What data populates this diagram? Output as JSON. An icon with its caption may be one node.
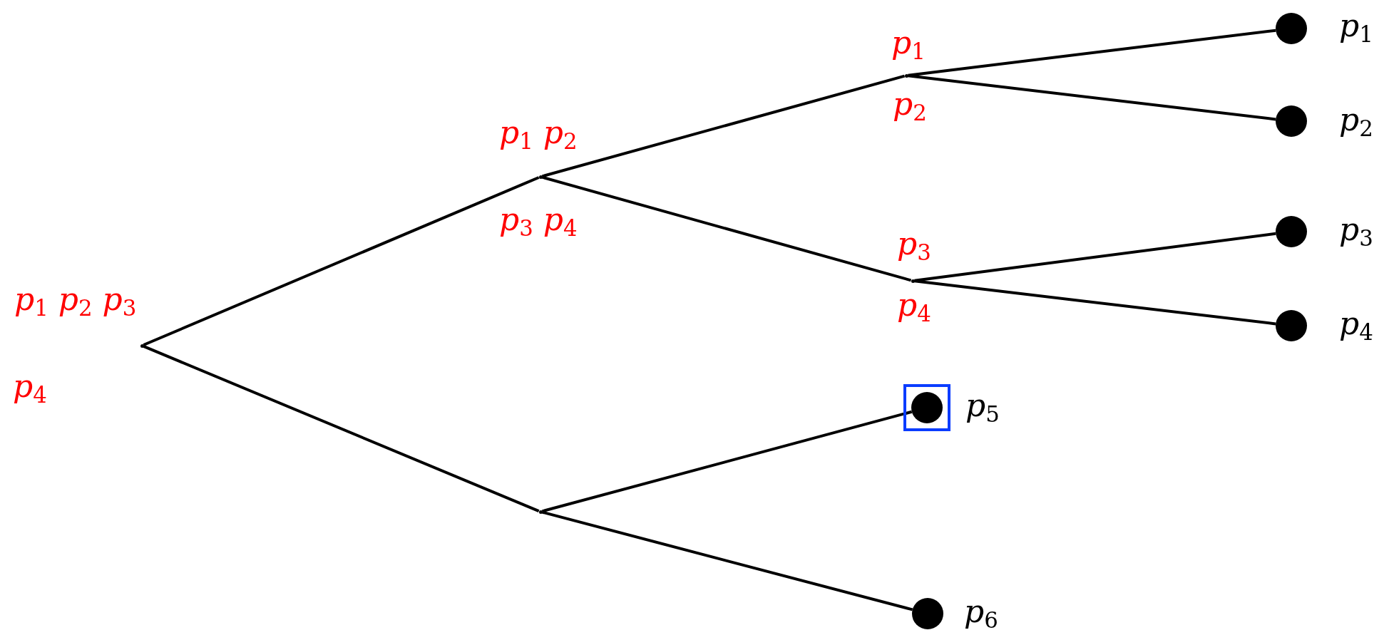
{
  "diagram": {
    "nodes": [
      {
        "text": [
          "*p*$_{1}$ *p*$_{2}$ *p*$_{3}$",
          "*p*$_{4}$"
        ]
      },
      {
        "text": [
          "*p*$_{1}$ *p*$_{2}$",
          "*p*$_{3}$ *p*$_{4}$"
        ]
      },
      {
        "text": [
          "*p*$_{1}$",
          "*p*$_{2}$"
        ]
      },
      {
        "text": [
          "*p*$_{3}$",
          "*p*$_{4}$"
        ]
      },
      {
        "text": [],
        "shape": "point"
      },
      {
        "text": [],
        "shape": "circle",
        "beside": [
          "*p*$_{1}$"
        ]
      },
      {
        "text": [],
        "shape": "circle",
        "beside": [
          "*p*$_{2}$"
        ]
      },
      {
        "text": [],
        "shape": "circle",
        "beside": [
          "*p*$_{3}$"
        ]
      },
      {
        "text": [],
        "shape": "circle",
        "beside": [
          "*p*$_{4}$"
        ]
      },
      {
        "text": [],
        "shape": "box"
      },
      {
        "text": [],
        "shape": "circle",
        "in": 9,
        "beside": [
          "*p*$_{5}$"
        ]
      },
      {
        "text": [],
        "shape": "circle",
        "beside": [
          "*p*$_{6}$"
        ]
      }
    ],
    "edges": [
      {
        "from": 0,
        "to": 1,
        "arrow": "none"
      },
      {
        "from": 0,
        "to": 4,
        "arrow": "none"
      },
      {
        "from": 1,
        "to": 2,
        "arrow": "none"
      },
      {
        "from": 1,
        "to": 3,
        "arrow": "none"
      },
      {
        "from": 2,
        "to": 5,
        "arrow": "none"
      },
      {
        "from": 2,
        "to": 6,
        "arrow": "none"
      },
      {
        "from": 3,
        "to": 7,
        "arrow": "none"
      },
      {
        "from": 3,
        "to": 8,
        "arrow": "none"
      },
      {
        "from": 4,
        "to": 10,
        "arrow": "none"
      },
      {
        "from": 4,
        "to": 11,
        "arrow": "none"
      }
    ]
  }
}
